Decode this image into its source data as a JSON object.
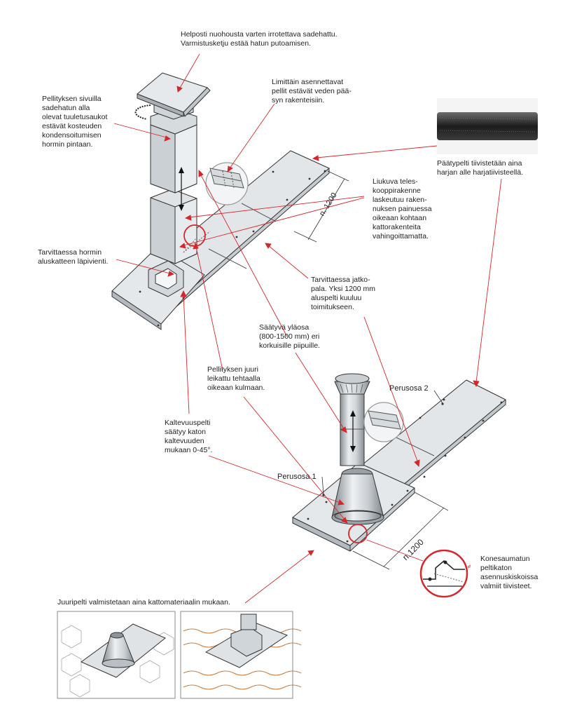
{
  "captions": {
    "rain_cap": "Helposti nuohousta varten irrotettava sadehattu.\nVarmistusketju estää hatun putoamisen.",
    "ventilation": "Pellityksen sivuilla\nsadehatun alla\nolevat tuuletusaukot\nestävät kosteuden\nkondensoitumisen\nhormin pintaan.",
    "overlap": "Limittäin asennettavat\npellit estävät veden pää-\nsyn rakenteisiin.",
    "end_seal": "Päätypelti tiivistetään aina\nharjan alle harjatiivisteellä.",
    "telescopic": "Liukuva teles-\nkooppirakenne\nlaskeutuu raken-\nnuksen painuessa\noikeaan kohtaan\nkattorakenteita\nvahingoittamatta.",
    "underlay": "Tarvittaessa hormin\naluskatteen läpivienti.",
    "extension": "Tarvittaessa jatko-\npala. Yksi 1200 mm\naluspelti kuuluu\ntoimitukseen.",
    "adjustable_top": "Säätyvä yläosa\n(800-1500 mm) eri\nkorkuisille piipuille.",
    "root_cut": "Pellityksen juuri\nleikattu tehtaalla\noikeaan kulmaan.",
    "slope_plate": "Kaltevuuspelti\nsäätyy katon\nkaltevuuden\nmukaan 0-45°.",
    "seam_roof": "Konesaumatun\npeltikaton\nasennuskiskoissa\nvalmiit tiivisteet.",
    "root_plate": "Juuripelti valmistetaan aina kattomateriaalin mukaan."
  },
  "labels": {
    "base_part_1": "Perusosa 1",
    "base_part_2": "Perusosa 2",
    "dim_upper": "n. 1200",
    "dim_lower": "n.1200"
  },
  "colors": {
    "leader": "#d7262b",
    "metal": "#dfe3e6",
    "metal_dark": "#b9bfc4",
    "outline": "#333333",
    "tile": "#c9772f"
  }
}
